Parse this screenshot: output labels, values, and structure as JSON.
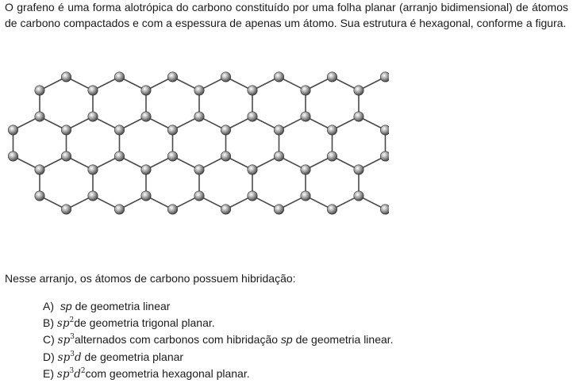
{
  "intro": "O grafeno é uma forma alotrópica do carbono constituído por uma folha planar (arranjo bidimensional) de átomos de carbono compactados e com a espessura de apenas um átomo. Sua estrutura é hexagonal, conforme a figura.",
  "figure": {
    "icon": "graphene-hexagonal-lattice",
    "atom_color": "#8c8c8c",
    "bond_color": "#4a4a4a"
  },
  "question": "Nesse arranjo, os átomos de carbono possuem hibridação:",
  "options": [
    {
      "letter": "A)",
      "hyb": "sp",
      "hyb_sup": "",
      "hyb_tail": "",
      "text": " de geometria linear"
    },
    {
      "letter": "B)",
      "hyb": "sp",
      "hyb_sup": "2",
      "hyb_tail": "",
      "text": "de geometria trigonal planar."
    },
    {
      "letter": "C)",
      "hyb": "sp",
      "hyb_sup": "3",
      "hyb_tail": "",
      "text_a": "alternados com carbonos com hibridação ",
      "text_em": "sp",
      "text_b": " de geometria linear."
    },
    {
      "letter": "D)",
      "hyb": "sp",
      "hyb_sup": "3",
      "hyb_tail": "d",
      "text": " de  geometria planar"
    },
    {
      "letter": "E)",
      "hyb": "sp",
      "hyb_sup": "3",
      "hyb_tail": "d",
      "hyb_sup2": "2",
      "text": "com geometria hexagonal planar."
    }
  ]
}
